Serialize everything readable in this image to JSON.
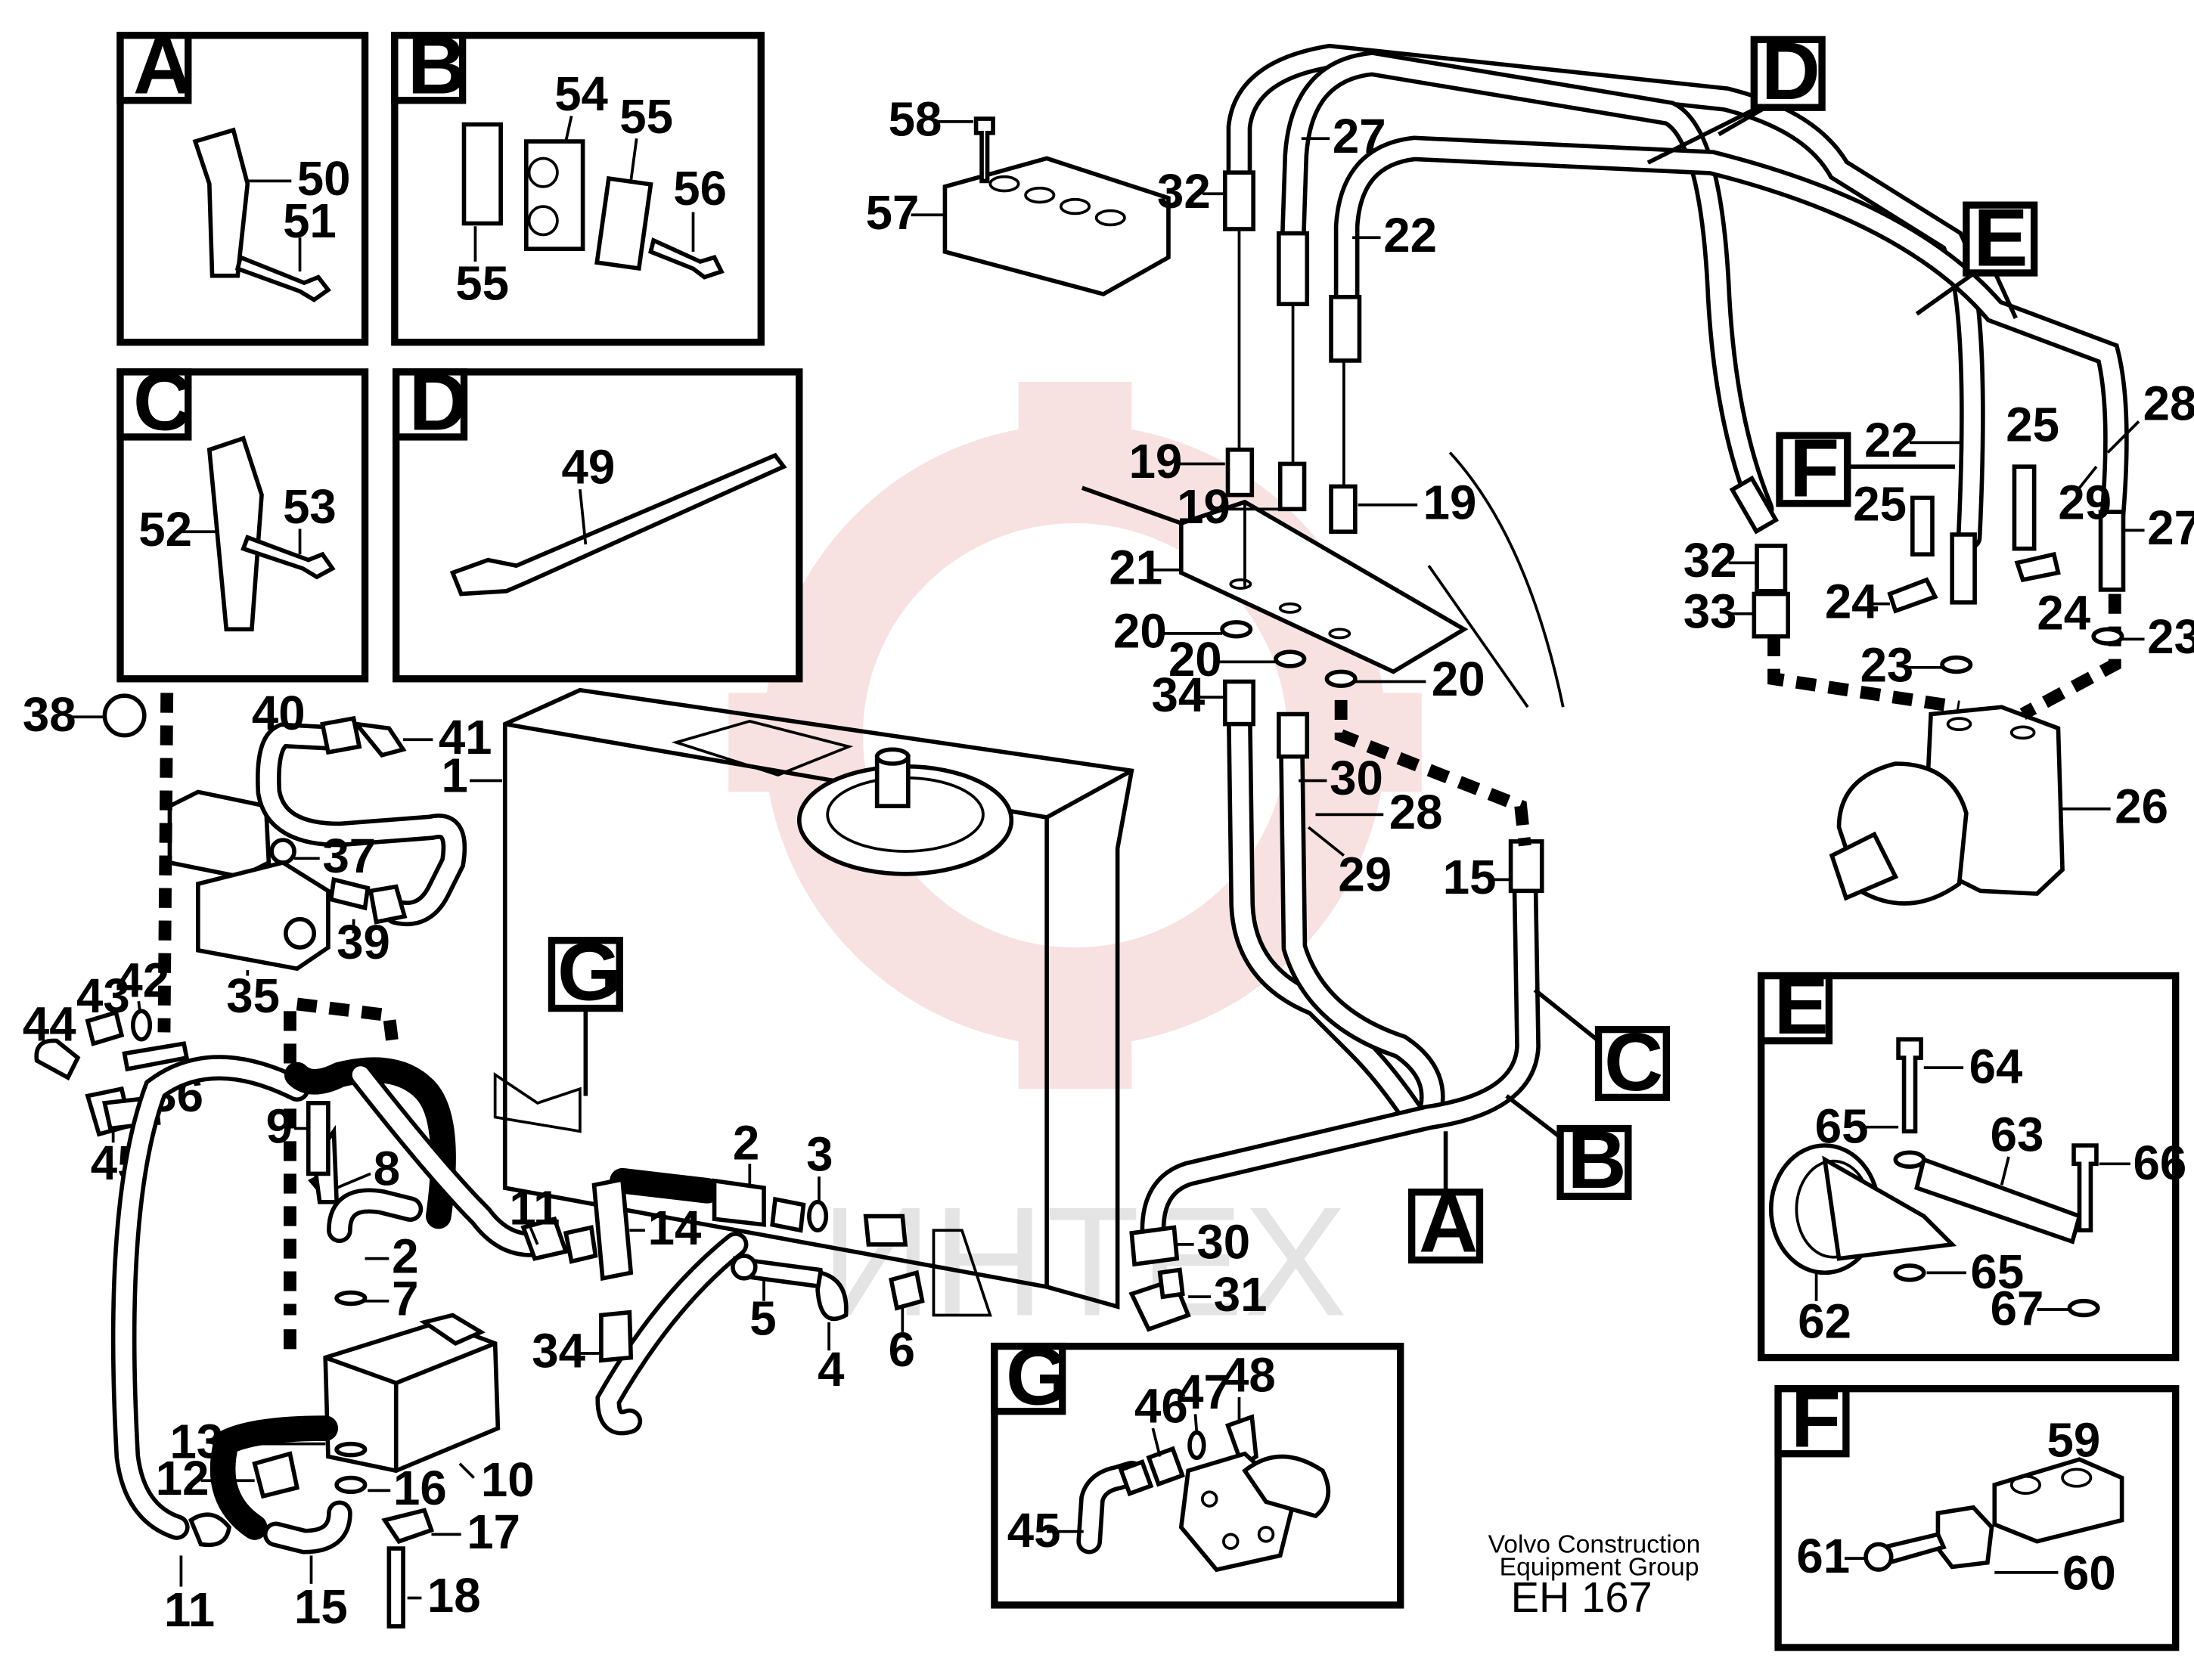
{
  "detail_views": {
    "A": {
      "letter": "A",
      "parts": [
        "50",
        "51"
      ]
    },
    "B": {
      "letter": "B",
      "parts": [
        "54",
        "55",
        "56",
        "55"
      ]
    },
    "C": {
      "letter": "C",
      "parts": [
        "52",
        "53"
      ]
    },
    "D": {
      "letter": "D",
      "parts": [
        "49"
      ]
    },
    "E": {
      "letter": "E",
      "parts": [
        "64",
        "65",
        "63",
        "66",
        "62",
        "65",
        "67"
      ]
    },
    "F": {
      "letter": "F",
      "parts": [
        "59",
        "61",
        "60"
      ]
    },
    "G": {
      "letter": "G",
      "parts": [
        "46",
        "47",
        "48",
        "45"
      ]
    }
  },
  "view_markers": {
    "A": "A",
    "B": "B",
    "C": "C",
    "D": "D",
    "E": "E",
    "F": "F",
    "G": "G"
  },
  "part_numbers": {
    "n1": "1",
    "n2a": "2",
    "n2b": "2",
    "n3": "3",
    "n4": "4",
    "n5": "5",
    "n6": "6",
    "n7": "7",
    "n8": "8",
    "n9": "9",
    "n10": "10",
    "n11a": "11",
    "n11b": "11",
    "n12": "12",
    "n13": "13",
    "n14": "14",
    "n15a": "15",
    "n15b": "15",
    "n16": "16",
    "n17": "17",
    "n18": "18",
    "n19a": "19",
    "n19b": "19",
    "n19c": "19",
    "n20a": "20",
    "n20b": "20",
    "n20c": "20",
    "n21": "21",
    "n22a": "22",
    "n22b": "22",
    "n23a": "23",
    "n23b": "23",
    "n24a": "24",
    "n24b": "24",
    "n25a": "25",
    "n25b": "25",
    "n26": "26",
    "n27a": "27",
    "n27b": "27",
    "n28a": "28",
    "n28b": "28",
    "n29a": "29",
    "n29b": "29",
    "n30a": "30",
    "n30b": "30",
    "n31": "31",
    "n32a": "32",
    "n32b": "32",
    "n33": "33",
    "n34a": "34",
    "n34b": "34",
    "n35": "35",
    "n36": "36",
    "n37": "37",
    "n38": "38",
    "n39": "39",
    "n40": "40",
    "n41": "41",
    "n42": "42",
    "n43": "43",
    "n44": "44",
    "n45a": "45",
    "n57": "57",
    "n58": "58"
  },
  "credit": {
    "line1": "Volvo Construction",
    "line2": "Equipment Group",
    "code": "EH 167"
  },
  "watermark": {
    "text": "ИНТЕХ",
    "color": "#f2c8c8"
  },
  "colors": {
    "ink": "#000000",
    "background": "#ffffff",
    "watermark": "#f3c9c9"
  }
}
